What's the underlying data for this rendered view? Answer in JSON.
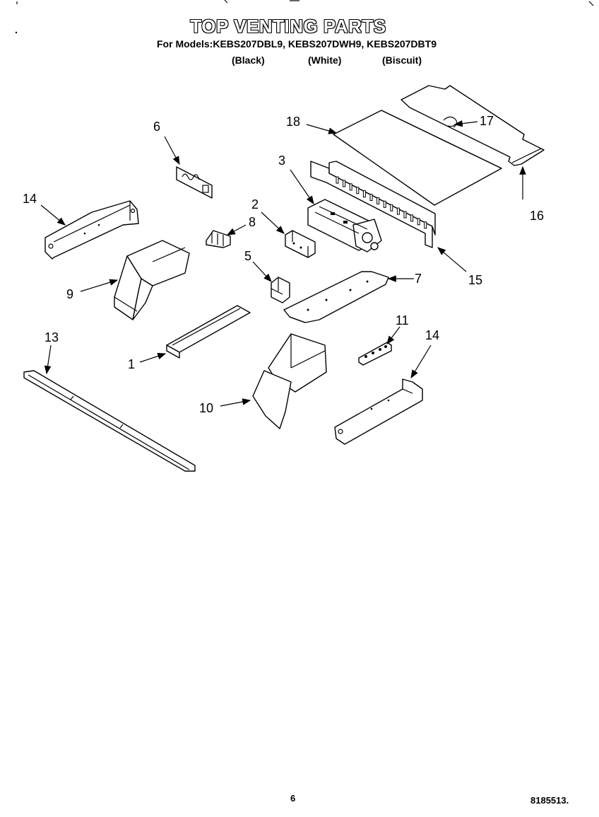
{
  "header": {
    "title": "TOP VENTING PARTS",
    "models_line": "For Models:KEBS207DBL9, KEBS207DWH9, KEBS207DBT9",
    "colors": {
      "black": "(Black)",
      "white": "(White)",
      "biscuit": "(Biscuit)"
    }
  },
  "callouts": {
    "c1": "1",
    "c2": "2",
    "c3": "3",
    "c5": "5",
    "c6": "6",
    "c7": "7",
    "c8": "8",
    "c9": "9",
    "c10": "10",
    "c11": "11",
    "c13": "13",
    "c14a": "14",
    "c14b": "14",
    "c15": "15",
    "c16": "16",
    "c17": "17",
    "c18": "18"
  },
  "footer": {
    "page_number": "6",
    "doc_number": "8185513."
  }
}
